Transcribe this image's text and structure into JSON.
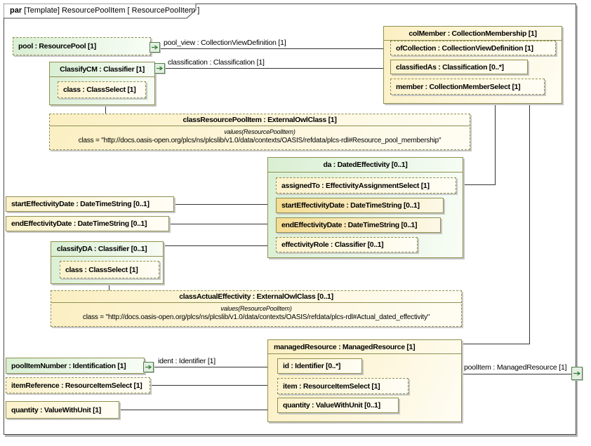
{
  "frame": {
    "keyword": "par",
    "title": "[Template] ResourcePoolItem [ ResourcePoolItem ]"
  },
  "nodes": {
    "pool": {
      "label": "pool : ResourcePool [1]"
    },
    "classifyCM": {
      "title": "ClassifyCM : Classifier [1]",
      "classSelect": "class : ClassSelect [1]"
    },
    "colMember": {
      "title": "colMember : CollectionMembership [1]",
      "ofCollection": "ofCollection : CollectionViewDefinition [1]",
      "classifiedAs": "classifiedAs : Classification [0..*]",
      "member": "member : CollectionMemberSelect [1]"
    },
    "classResourcePoolItem": {
      "title": "classResourcePoolItem : ExternalOwlClass [1]",
      "valuesCaption": "values(ResourcePoolItem)",
      "valueLine": "class = \"http://docs.oasis-open.org/plcs/ns/plcslib/v1.0/data/contexts/OASIS/refdata/plcs-rdl#Resource_pool_membership\""
    },
    "da": {
      "title": "da : DatedEffectivity [0..1]",
      "assignedTo": "assignedTo : EffectivityAssignmentSelect [1]",
      "startEffectivityDate": "startEffectivityDate : DateTimeString [0..1]",
      "endEffectivityDate": "endEffectivityDate : DateTimeString [0..1]",
      "effectivityRole": "effectivityRole : Classifier [0..1]"
    },
    "startEffectivityDate": {
      "label": "startEffectivityDate : DateTimeString [0..1]"
    },
    "endEffectivityDate": {
      "label": "endEffectivityDate : DateTimeString [0..1]"
    },
    "classifyDA": {
      "title": "classifyDA : Classifier [0..1]",
      "classSelect": "class : ClassSelect [1]"
    },
    "classActualEffectivity": {
      "title": "classActualEffectivity : ExternalOwlClass [0..1]",
      "valuesCaption": "values(ResourcePoolItem)",
      "valueLine": "class = \"http://docs.oasis-open.org/plcs/ns/plcslib/v1.0/data/contexts/OASIS/refdata/plcs-rdl#Actual_dated_effectivity\""
    },
    "managedResource": {
      "title": "managedResource : ManagedResource [1]",
      "id": "id : Identifier [0..*]",
      "item": "item : ResourceItemSelect [1]",
      "quantity": "quantity : ValueWithUnit [0..1]"
    },
    "poolItemNumber": {
      "label": "poolItemNumber : Identification [1]"
    },
    "itemReference": {
      "label": "itemReference : ResourceItemSelect [1]"
    },
    "quantity": {
      "label": "quantity : ValueWithUnit [1]"
    }
  },
  "connectors": {
    "poolView": "pool_view : CollectionViewDefinition [1]",
    "classification": "classification : Classification [1]",
    "ident": "ident : Identifier [1]",
    "poolItem": "poolItem : ManagedResource [1]"
  },
  "colors": {
    "box_border": "#8f8f50",
    "connector_line": "#333333",
    "green_fill": "#d9efd3",
    "cream_fill": "#fcf2cb",
    "yellow_fill": "#f5dc92",
    "port_border": "#4f7f4f",
    "port_fill": "#e3efe1",
    "port_arrow": "#2e7d32"
  }
}
